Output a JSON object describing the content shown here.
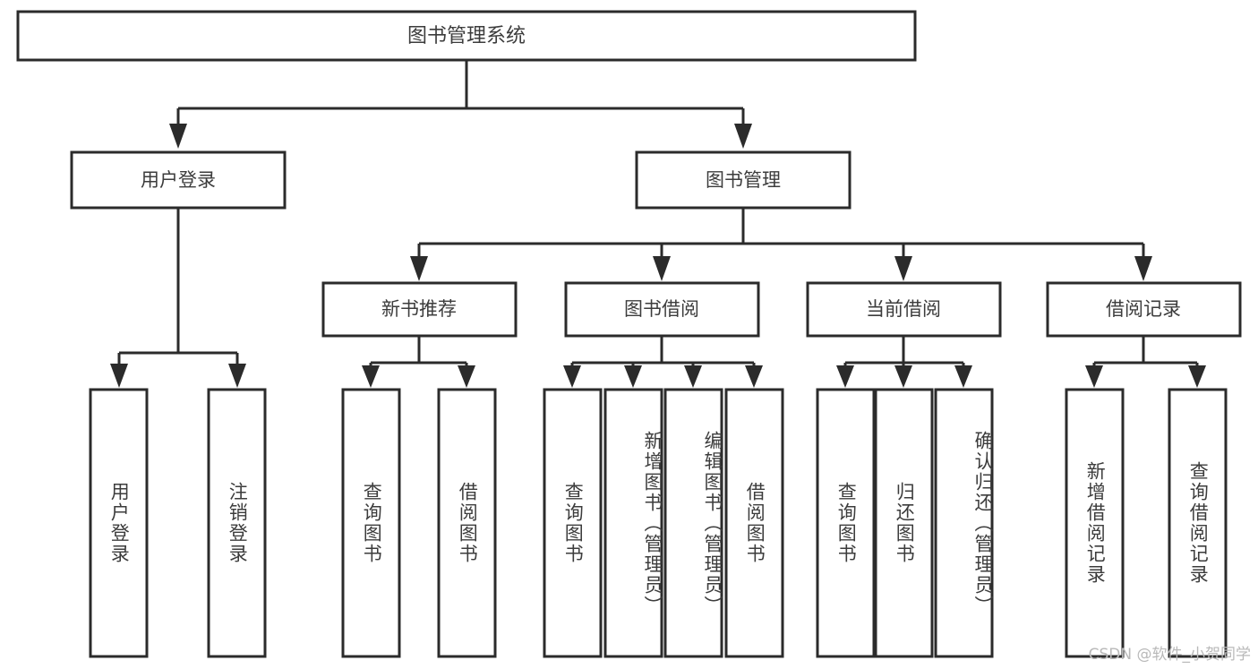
{
  "diagram": {
    "title": "图书管理系统",
    "type": "hierarchy-tree",
    "root": {
      "id": "root",
      "label": "图书管理系统"
    },
    "level2": [
      {
        "id": "user-login",
        "label": "用户登录"
      },
      {
        "id": "book-manage",
        "label": "图书管理"
      }
    ],
    "level3": [
      {
        "id": "new-book-recommend",
        "label": "新书推荐",
        "parent": "book-manage"
      },
      {
        "id": "book-borrow",
        "label": "图书借阅",
        "parent": "book-manage"
      },
      {
        "id": "current-borrow",
        "label": "当前借阅",
        "parent": "book-manage"
      },
      {
        "id": "borrow-record",
        "label": "借阅记录",
        "parent": "book-manage"
      }
    ],
    "leaves": {
      "user-login": [
        {
          "id": "leaf-user-login",
          "label": "用户登录"
        },
        {
          "id": "leaf-logout",
          "label": "注销登录"
        }
      ],
      "new-book-recommend": [
        {
          "id": "leaf-query-book-1",
          "label": "查询图书"
        },
        {
          "id": "leaf-borrow-book-1",
          "label": "借阅图书"
        }
      ],
      "book-borrow": [
        {
          "id": "leaf-query-book-2",
          "label": "查询图书"
        },
        {
          "id": "leaf-add-book",
          "label": "新增图书（管理员）"
        },
        {
          "id": "leaf-edit-book",
          "label": "编辑图书（管理员）"
        },
        {
          "id": "leaf-borrow-book-2",
          "label": "借阅图书"
        }
      ],
      "current-borrow": [
        {
          "id": "leaf-query-book-3",
          "label": "查询图书"
        },
        {
          "id": "leaf-return-book",
          "label": "归还图书"
        },
        {
          "id": "leaf-confirm-return",
          "label": "确认归还（管理员）"
        }
      ],
      "borrow-record": [
        {
          "id": "leaf-add-record",
          "label": "新增借阅记录"
        },
        {
          "id": "leaf-query-record",
          "label": "查询借阅记录"
        }
      ]
    },
    "watermark": "CSDN @软件_小贺同学",
    "colors": {
      "box_fill": "#ffffff",
      "box_stroke": "#2b2b2b",
      "text": "#3c3c3c",
      "background": "#ffffff",
      "watermark": "#b9b9b9"
    }
  }
}
